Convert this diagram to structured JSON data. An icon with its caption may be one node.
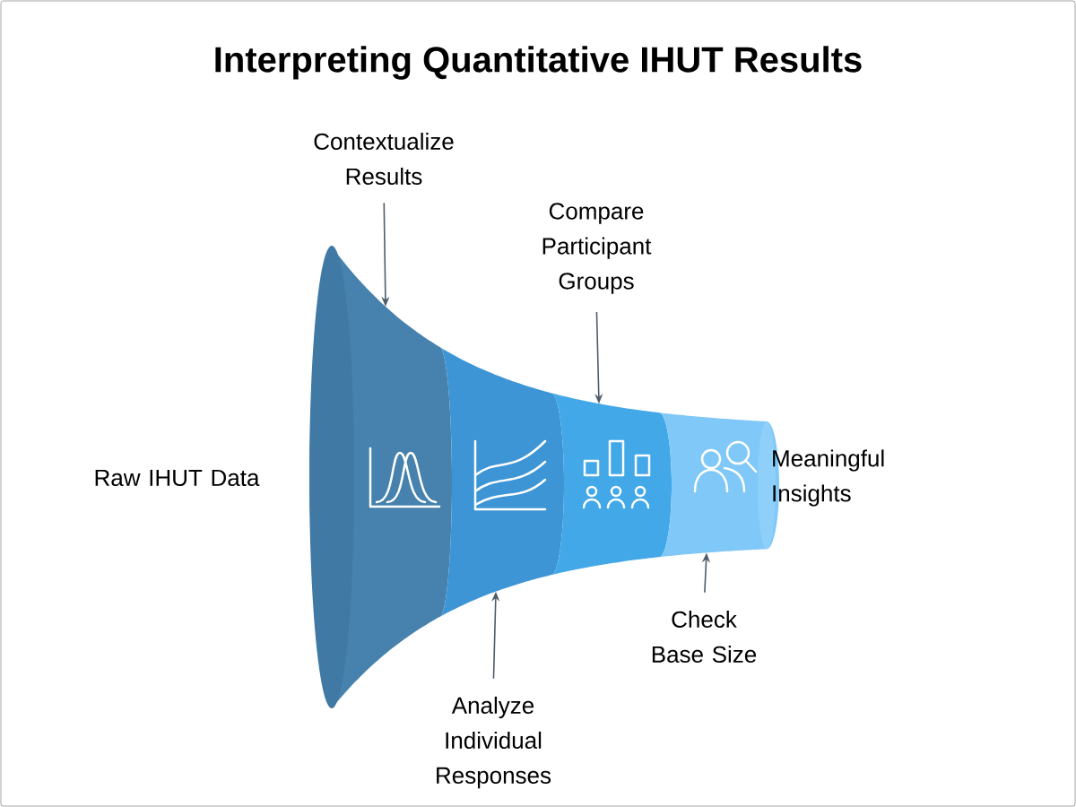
{
  "diagram": {
    "title": "Interpreting Quantitative IHUT Results",
    "nodes": [
      {
        "text": [
          "Contextualize Results"
        ]
      },
      {
        "text": [
          "Compare Participant Groups"
        ]
      },
      {
        "text": [],
        "shape": "band"
      },
      {
        "text": [],
        "shape": "band"
      },
      {
        "text": [],
        "shape": "band"
      },
      {
        "text": [],
        "shape": "band"
      },
      {
        "text": [
          "Analyze Individual Responses"
        ]
      },
      {
        "text": [
          "Check Base Size"
        ]
      }
    ],
    "edges": [
      {
        "from": 0,
        "to": 2,
        "arrow": "to"
      },
      {
        "from": 1,
        "to": 4,
        "arrow": "to"
      },
      {
        "from": 6,
        "to": 3,
        "arrow": "to"
      },
      {
        "from": 7,
        "to": 5,
        "arrow": "to"
      }
    ],
    "labels": [
      "Raw IHUT Data",
      "Meaningful Insights"
    ]
  }
}
